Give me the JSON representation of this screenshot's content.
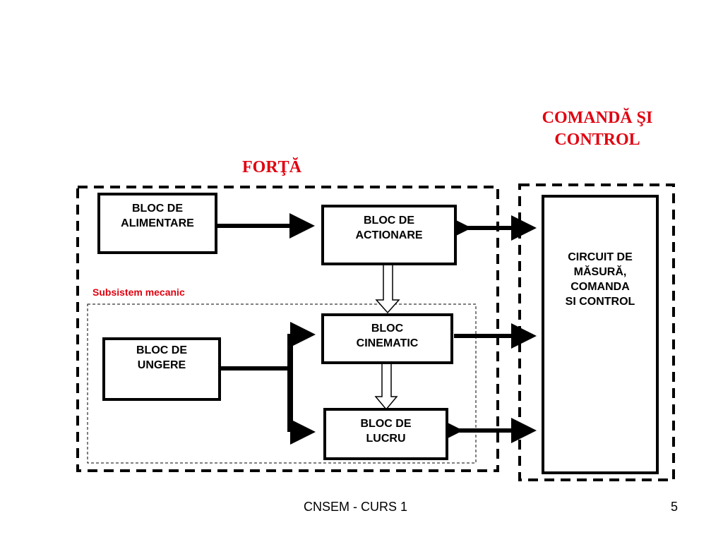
{
  "titles": {
    "command": "COMANDĂ ŞI\nCONTROL",
    "force": "FORŢĂ"
  },
  "labels": {
    "subsystem": "Subsistem mecanic"
  },
  "blocks": {
    "alimentare": "BLOC DE\nALIMENTARE",
    "actionare": "BLOC DE\nACTIONARE",
    "cinematic": "BLOC\nCINEMATIC",
    "ungere": "BLOC DE\nUNGERE",
    "lucru": "BLOC DE\nLUCRU",
    "circuit": "CIRCUIT DE\nMĂSURĂ,\nCOMANDA\nSI CONTROL"
  },
  "footer": {
    "course": "CNSEM - CURS 1",
    "page": "5"
  },
  "colors": {
    "title": "#e0000f",
    "lines": "#000000"
  }
}
